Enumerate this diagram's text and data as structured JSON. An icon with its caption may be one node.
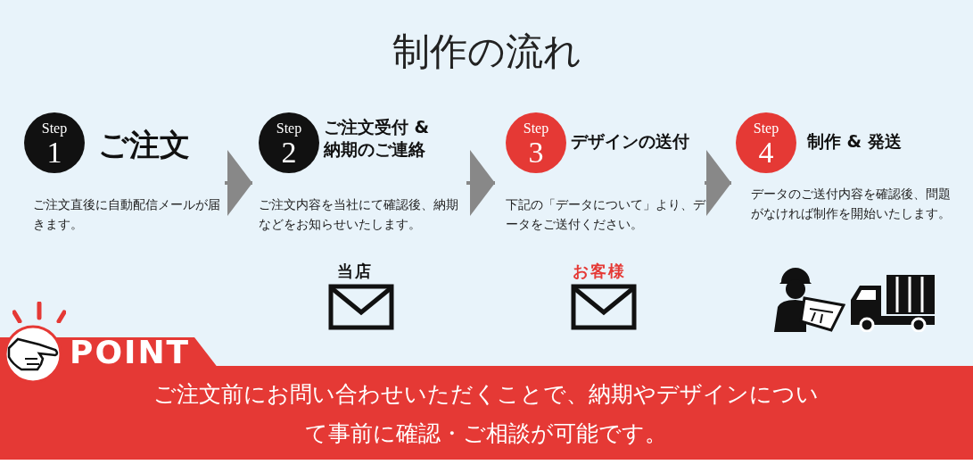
{
  "diagram": {
    "title": "制作の流れ",
    "nodes": [
      {
        "text": [
          "Step",
          "1",
          "ご注文",
          "ご注文直後に自動配信メールが届きます。"
        ]
      },
      {
        "text": [
          "Step",
          "2",
          "ご注文受付 &納期のご連絡",
          "ご注文内容を当社にて確認後、納期などをお知らせいたします。"
        ]
      },
      {
        "text": [
          "Step",
          "3",
          "デザインの送付",
          "下記の「データについて」より、データをご送付ください。"
        ]
      },
      {
        "text": [
          "Step",
          "4",
          "制作 & 発送",
          "データのご送付内容を確認後、問題がなければ制作を開始いたします。"
        ]
      }
    ],
    "edges": [
      {
        "from": 0,
        "to": 1,
        "arrow": "to"
      },
      {
        "from": 1,
        "to": 2,
        "arrow": "to"
      },
      {
        "from": 2,
        "to": 3,
        "arrow": "to"
      }
    ],
    "labels": [
      "当店",
      "お客様",
      "POINT",
      "ご注文前にお問い合わせいただくことで、納期やデザインについて事前に確認・ご相談が可能です。"
    ]
  }
}
